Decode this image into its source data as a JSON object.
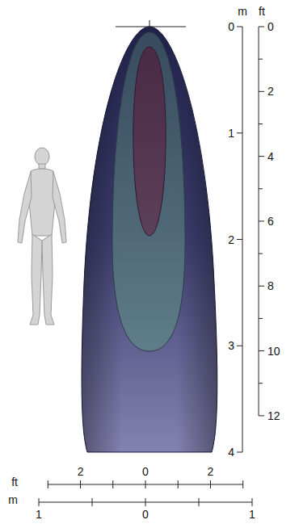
{
  "diagram": {
    "labels": [
      "m",
      "ft",
      "0",
      "0",
      "2",
      "1",
      "4",
      "6",
      "2",
      "8",
      "3",
      "10",
      "12",
      "4",
      "ft",
      "2",
      "0",
      "2",
      "m",
      "1",
      "0",
      "1"
    ]
  }
}
